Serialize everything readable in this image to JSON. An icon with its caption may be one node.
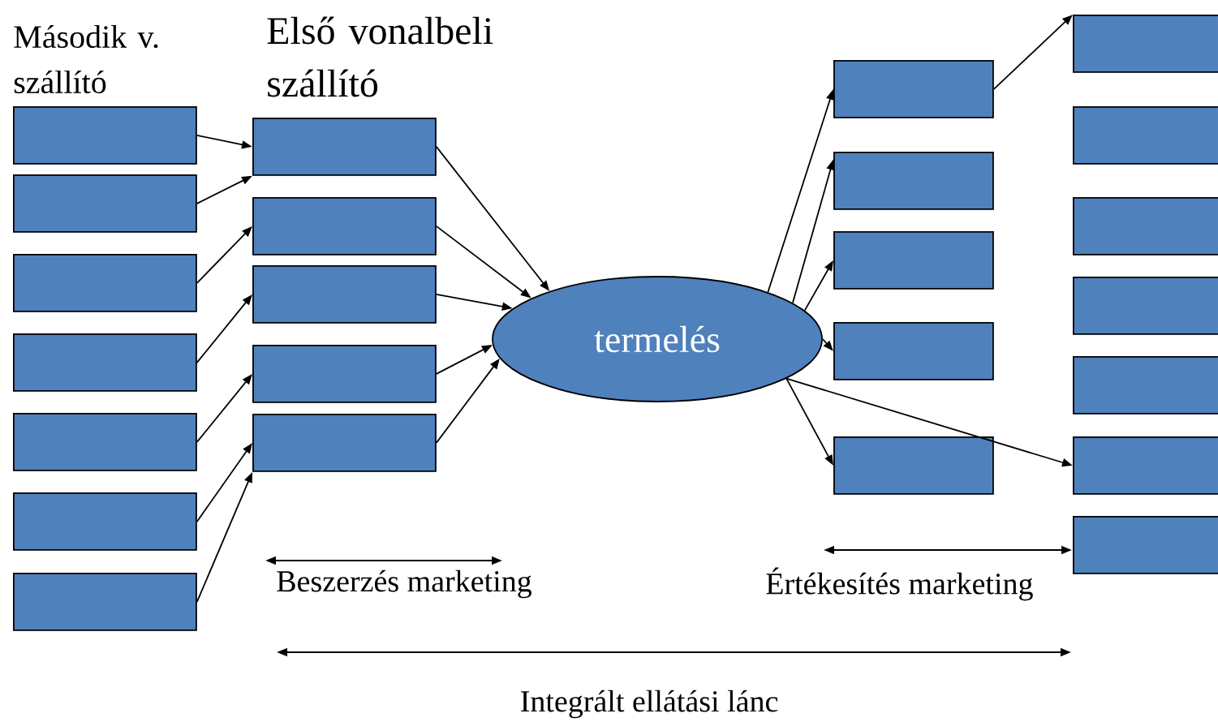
{
  "diagram": {
    "nodes": [
      {
        "text": [],
        "shape": "box"
      },
      {
        "text": [],
        "shape": "box"
      },
      {
        "text": [],
        "shape": "box"
      },
      {
        "text": [],
        "shape": "box"
      },
      {
        "text": [],
        "shape": "box"
      },
      {
        "text": [],
        "shape": "box"
      },
      {
        "text": [],
        "shape": "box"
      },
      {
        "text": [],
        "shape": "box"
      },
      {
        "text": [],
        "shape": "box"
      },
      {
        "text": [],
        "shape": "box"
      },
      {
        "text": [],
        "shape": "box"
      },
      {
        "text": [],
        "shape": "box"
      },
      {
        "text": [
          "termelés"
        ]
      },
      {
        "text": [],
        "shape": "box"
      },
      {
        "text": [],
        "shape": "box"
      },
      {
        "text": [],
        "shape": "box"
      },
      {
        "text": [],
        "shape": "box"
      },
      {
        "text": [],
        "shape": "box"
      },
      {
        "text": [],
        "shape": "box"
      },
      {
        "text": [],
        "shape": "box"
      },
      {
        "text": [],
        "shape": "box"
      },
      {
        "text": [],
        "shape": "box"
      },
      {
        "text": [],
        "shape": "box"
      },
      {
        "text": [],
        "shape": "box"
      },
      {
        "text": [],
        "shape": "box"
      }
    ],
    "edges": [
      {
        "from": 0,
        "to": 7,
        "arrow": "to"
      },
      {
        "from": 1,
        "to": 7,
        "arrow": "to"
      },
      {
        "from": 2,
        "to": 8,
        "arrow": "to"
      },
      {
        "from": 3,
        "to": 9,
        "arrow": "to"
      },
      {
        "from": 4,
        "to": 10,
        "arrow": "to"
      },
      {
        "from": 5,
        "to": 11,
        "arrow": "to"
      },
      {
        "from": 6,
        "to": 11,
        "arrow": "to"
      },
      {
        "from": 7,
        "to": 12,
        "arrow": "to"
      },
      {
        "from": 8,
        "to": 12,
        "arrow": "to"
      },
      {
        "from": 9,
        "to": 12,
        "arrow": "to"
      },
      {
        "from": 10,
        "to": 12,
        "arrow": "to"
      },
      {
        "from": 11,
        "to": 12,
        "arrow": "to"
      },
      {
        "from": 12,
        "to": 13,
        "arrow": "to"
      },
      {
        "from": 12,
        "to": 14,
        "arrow": "to"
      },
      {
        "from": 12,
        "to": 15,
        "arrow": "to"
      },
      {
        "from": 12,
        "to": 16,
        "arrow": "to"
      },
      {
        "from": 12,
        "to": 17,
        "arrow": "to"
      },
      {
        "from": 12,
        "to": 23,
        "arrow": "to"
      },
      {
        "from": 13,
        "to": 18,
        "arrow": "to"
      }
    ],
    "labels": [
      "Második v. szállító",
      "Első vonalbeli szállító",
      "Beszerzés marketing",
      "Értékesítés marketing",
      "Integrált ellátási lánc"
    ]
  }
}
